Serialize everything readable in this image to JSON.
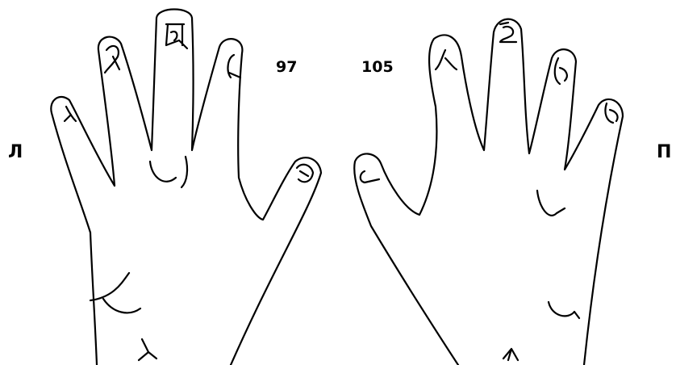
{
  "labels": {
    "left_hand": "Л",
    "right_hand": "П",
    "left_count": "97",
    "right_count": "105"
  },
  "colors": {
    "ink": "#000000",
    "paper": "#ffffff"
  }
}
